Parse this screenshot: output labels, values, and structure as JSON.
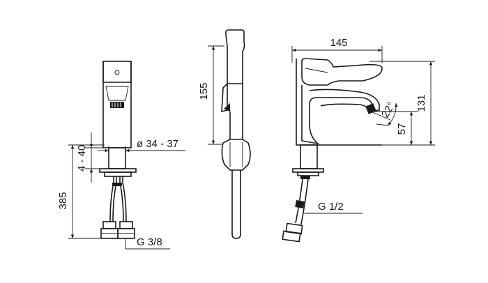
{
  "dimensions": {
    "spout_diameter": "ø 34 - 37",
    "mount_thickness": "4 - 40",
    "total_height": "385",
    "hose_connection_left": "G 3/8",
    "shower_height": "155",
    "width": "145",
    "height": "131",
    "angle": "22°",
    "spout_height": "57",
    "hose_connection_right": "G 1/2"
  }
}
